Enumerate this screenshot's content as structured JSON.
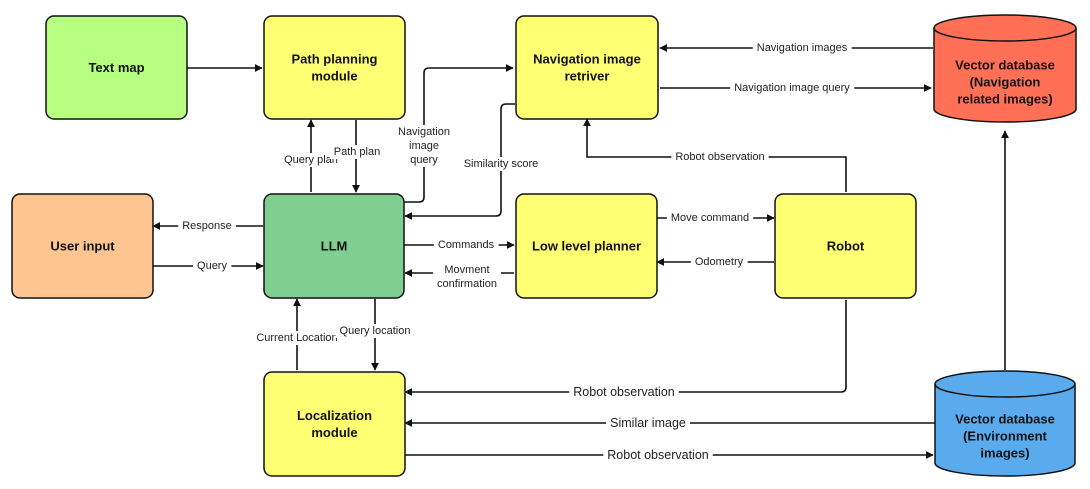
{
  "colors": {
    "green_light": "#b6ff80",
    "yellow": "#ffff73",
    "orange": "#ffc590",
    "green_mid": "#7fcf90",
    "red": "#ff7056",
    "blue": "#5aabed"
  },
  "nodes": {
    "text_map": [
      "Text map"
    ],
    "path_planning": [
      "Path planning",
      "module"
    ],
    "nav_retriever": [
      "Navigation image",
      "retriver"
    ],
    "vdb_nav": [
      "Vector database",
      "(Navigation",
      "related images)"
    ],
    "user_input": [
      "User input"
    ],
    "llm": [
      "LLM"
    ],
    "low_level": [
      "Low level planner"
    ],
    "robot": [
      "Robot"
    ],
    "localization": [
      "Localization",
      "module"
    ],
    "vdb_env": [
      "Vector database",
      "(Environment",
      "images)"
    ]
  },
  "edges": {
    "navigation_images": [
      "Navigation images"
    ],
    "navigation_image_query": [
      "Navigation image query"
    ],
    "robot_observation_top": [
      "Robot observation"
    ],
    "query_plan": [
      "Query plan"
    ],
    "path_plan": [
      "Path plan"
    ],
    "nav_image_query_v": [
      "Navigation",
      "image",
      "query"
    ],
    "similarity_score": [
      "Similarity score"
    ],
    "response": [
      "Response"
    ],
    "query": [
      "Query"
    ],
    "commands": [
      "Commands"
    ],
    "movement_confirmation": [
      "Movment",
      "confirmation"
    ],
    "move_command": [
      "Move command"
    ],
    "odometry": [
      "Odometry"
    ],
    "current_location": [
      "Current Location"
    ],
    "query_location": [
      "Query location"
    ],
    "robot_observation_loc": [
      "Robot observation"
    ],
    "similar_image": [
      "Similar image"
    ],
    "robot_observation_env": [
      "Robot observation"
    ]
  }
}
